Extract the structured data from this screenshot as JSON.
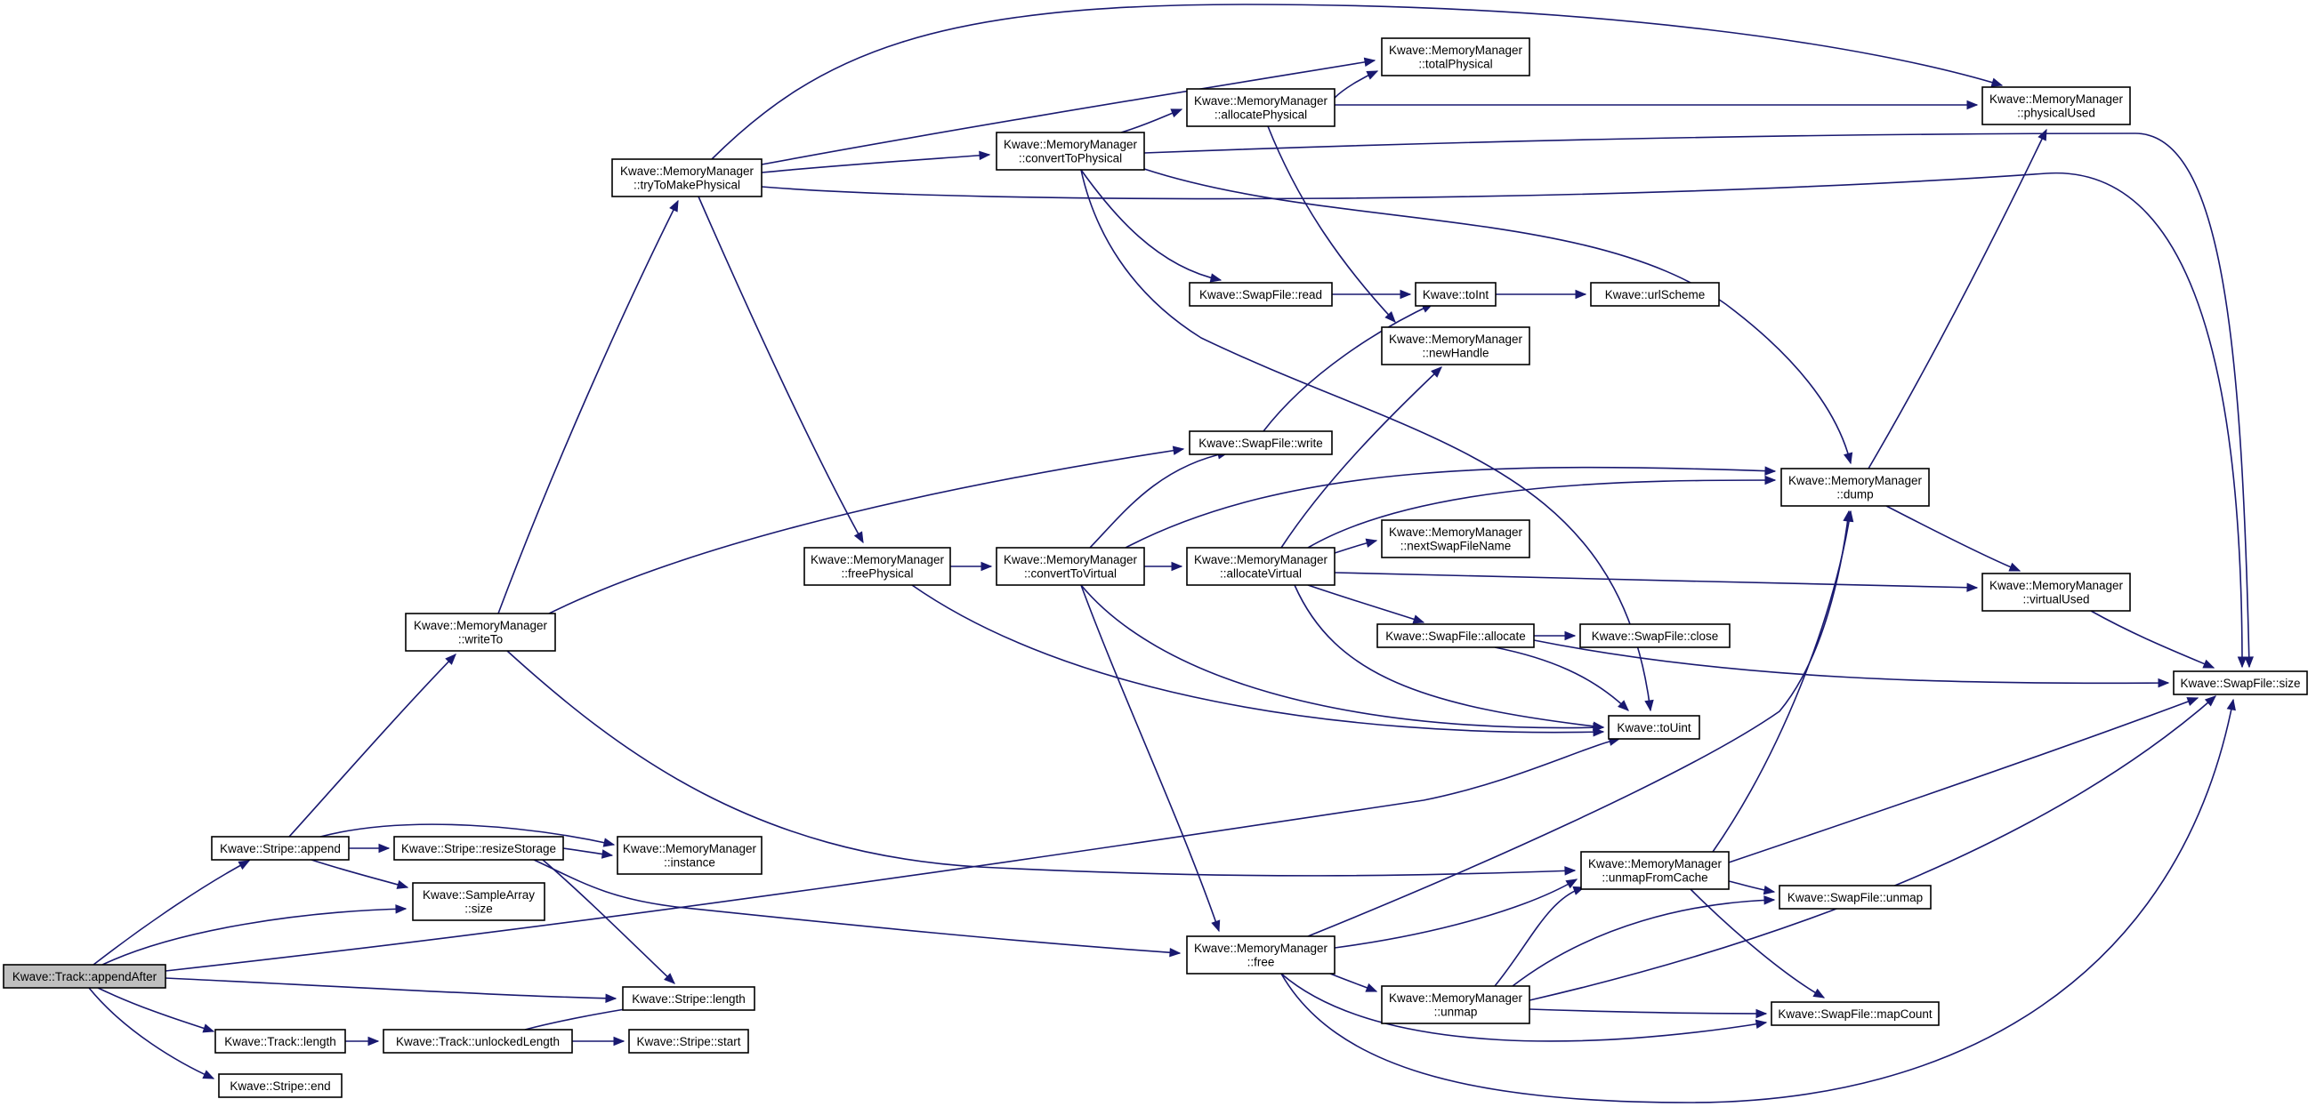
{
  "diagram": {
    "type": "call-graph",
    "edge_color": "#191970",
    "root_fill": "#bfbfbf",
    "nodes": [
      {
        "id": "appendAfter",
        "lines": [
          "Kwave::Track::appendAfter"
        ],
        "root": true
      },
      {
        "id": "stripeAppend",
        "lines": [
          "Kwave::Stripe::append"
        ]
      },
      {
        "id": "trackLength",
        "lines": [
          "Kwave::Track::length"
        ]
      },
      {
        "id": "stripeEnd",
        "lines": [
          "Kwave::Stripe::end"
        ]
      },
      {
        "id": "writeTo",
        "lines": [
          "Kwave::MemoryManager",
          "::writeTo"
        ]
      },
      {
        "id": "resizeStorage",
        "lines": [
          "Kwave::Stripe::resizeStorage"
        ]
      },
      {
        "id": "sampleArraySize",
        "lines": [
          "Kwave::SampleArray",
          "::size"
        ]
      },
      {
        "id": "unlockedLength",
        "lines": [
          "Kwave::Track::unlockedLength"
        ]
      },
      {
        "id": "tryToMakePhysical",
        "lines": [
          "Kwave::MemoryManager",
          "::tryToMakePhysical"
        ]
      },
      {
        "id": "instance",
        "lines": [
          "Kwave::MemoryManager",
          "::instance"
        ]
      },
      {
        "id": "stripeLength",
        "lines": [
          "Kwave::Stripe::length"
        ]
      },
      {
        "id": "stripeStart",
        "lines": [
          "Kwave::Stripe::start"
        ]
      },
      {
        "id": "freePhysical",
        "lines": [
          "Kwave::MemoryManager",
          "::freePhysical"
        ]
      },
      {
        "id": "convertToPhysical",
        "lines": [
          "Kwave::MemoryManager",
          "::convertToPhysical"
        ]
      },
      {
        "id": "convertToVirtual",
        "lines": [
          "Kwave::MemoryManager",
          "::convertToVirtual"
        ]
      },
      {
        "id": "allocatePhysical",
        "lines": [
          "Kwave::MemoryManager",
          "::allocatePhysical"
        ]
      },
      {
        "id": "swapRead",
        "lines": [
          "Kwave::SwapFile::read"
        ]
      },
      {
        "id": "swapWrite",
        "lines": [
          "Kwave::SwapFile::write"
        ]
      },
      {
        "id": "allocateVirtual",
        "lines": [
          "Kwave::MemoryManager",
          "::allocateVirtual"
        ]
      },
      {
        "id": "free",
        "lines": [
          "Kwave::MemoryManager",
          "::free"
        ]
      },
      {
        "id": "totalPhysical",
        "lines": [
          "Kwave::MemoryManager",
          "::totalPhysical"
        ]
      },
      {
        "id": "toInt",
        "lines": [
          "Kwave::toInt"
        ]
      },
      {
        "id": "newHandle",
        "lines": [
          "Kwave::MemoryManager",
          "::newHandle"
        ]
      },
      {
        "id": "nextSwapFileName",
        "lines": [
          "Kwave::MemoryManager",
          "::nextSwapFileName"
        ]
      },
      {
        "id": "swapAllocate",
        "lines": [
          "Kwave::SwapFile::allocate"
        ]
      },
      {
        "id": "unmap",
        "lines": [
          "Kwave::MemoryManager",
          "::unmap"
        ]
      },
      {
        "id": "urlScheme",
        "lines": [
          "Kwave::urlScheme"
        ]
      },
      {
        "id": "swapClose",
        "lines": [
          "Kwave::SwapFile::close"
        ]
      },
      {
        "id": "toUint",
        "lines": [
          "Kwave::toUint"
        ]
      },
      {
        "id": "unmapFromCache",
        "lines": [
          "Kwave::MemoryManager",
          "::unmapFromCache"
        ]
      },
      {
        "id": "dump",
        "lines": [
          "Kwave::MemoryManager",
          "::dump"
        ]
      },
      {
        "id": "physicalUsed",
        "lines": [
          "Kwave::MemoryManager",
          "::physicalUsed"
        ]
      },
      {
        "id": "virtualUsed",
        "lines": [
          "Kwave::MemoryManager",
          "::virtualUsed"
        ]
      },
      {
        "id": "swapUnmap",
        "lines": [
          "Kwave::SwapFile::unmap"
        ]
      },
      {
        "id": "mapCount",
        "lines": [
          "Kwave::SwapFile::mapCount"
        ]
      },
      {
        "id": "swapSize",
        "lines": [
          "Kwave::SwapFile::size"
        ]
      }
    ],
    "edges": [
      [
        "appendAfter",
        "stripeAppend"
      ],
      [
        "appendAfter",
        "sampleArraySize"
      ],
      [
        "appendAfter",
        "toUint"
      ],
      [
        "appendAfter",
        "stripeLength"
      ],
      [
        "appendAfter",
        "trackLength"
      ],
      [
        "appendAfter",
        "stripeEnd"
      ],
      [
        "stripeAppend",
        "writeTo"
      ],
      [
        "stripeAppend",
        "instance"
      ],
      [
        "stripeAppend",
        "resizeStorage"
      ],
      [
        "stripeAppend",
        "sampleArraySize"
      ],
      [
        "resizeStorage",
        "instance"
      ],
      [
        "resizeStorage",
        "free"
      ],
      [
        "resizeStorage",
        "stripeLength"
      ],
      [
        "trackLength",
        "unlockedLength"
      ],
      [
        "unlockedLength",
        "stripeLength"
      ],
      [
        "unlockedLength",
        "stripeStart"
      ],
      [
        "writeTo",
        "tryToMakePhysical"
      ],
      [
        "writeTo",
        "swapWrite"
      ],
      [
        "writeTo",
        "unmapFromCache"
      ],
      [
        "tryToMakePhysical",
        "physicalUsed"
      ],
      [
        "tryToMakePhysical",
        "totalPhysical"
      ],
      [
        "tryToMakePhysical",
        "convertToPhysical"
      ],
      [
        "tryToMakePhysical",
        "swapSize"
      ],
      [
        "tryToMakePhysical",
        "freePhysical"
      ],
      [
        "convertToPhysical",
        "allocatePhysical"
      ],
      [
        "convertToPhysical",
        "swapRead"
      ],
      [
        "convertToPhysical",
        "toUint"
      ],
      [
        "convertToPhysical",
        "dump"
      ],
      [
        "convertToPhysical",
        "swapSize"
      ],
      [
        "allocatePhysical",
        "totalPhysical"
      ],
      [
        "allocatePhysical",
        "physicalUsed"
      ],
      [
        "allocatePhysical",
        "newHandle"
      ],
      [
        "swapRead",
        "toInt"
      ],
      [
        "toInt",
        "urlScheme"
      ],
      [
        "swapWrite",
        "toInt"
      ],
      [
        "freePhysical",
        "convertToVirtual"
      ],
      [
        "freePhysical",
        "toUint"
      ],
      [
        "convertToVirtual",
        "swapWrite"
      ],
      [
        "convertToVirtual",
        "dump"
      ],
      [
        "convertToVirtual",
        "allocateVirtual"
      ],
      [
        "convertToVirtual",
        "toUint"
      ],
      [
        "convertToVirtual",
        "free"
      ],
      [
        "allocateVirtual",
        "newHandle"
      ],
      [
        "allocateVirtual",
        "dump"
      ],
      [
        "allocateVirtual",
        "nextSwapFileName"
      ],
      [
        "allocateVirtual",
        "virtualUsed"
      ],
      [
        "allocateVirtual",
        "swapAllocate"
      ],
      [
        "allocateVirtual",
        "toUint"
      ],
      [
        "swapAllocate",
        "swapClose"
      ],
      [
        "swapAllocate",
        "toUint"
      ],
      [
        "swapAllocate",
        "swapSize"
      ],
      [
        "dump",
        "physicalUsed"
      ],
      [
        "dump",
        "virtualUsed"
      ],
      [
        "virtualUsed",
        "swapSize"
      ],
      [
        "free",
        "dump"
      ],
      [
        "free",
        "unmapFromCache"
      ],
      [
        "free",
        "unmap"
      ],
      [
        "free",
        "mapCount"
      ],
      [
        "free",
        "swapSize"
      ],
      [
        "unmap",
        "unmapFromCache"
      ],
      [
        "unmap",
        "swapUnmap"
      ],
      [
        "unmap",
        "mapCount"
      ],
      [
        "unmap",
        "swapSize"
      ],
      [
        "unmapFromCache",
        "dump"
      ],
      [
        "unmapFromCache",
        "swapUnmap"
      ],
      [
        "unmapFromCache",
        "mapCount"
      ],
      [
        "unmapFromCache",
        "swapSize"
      ]
    ]
  }
}
